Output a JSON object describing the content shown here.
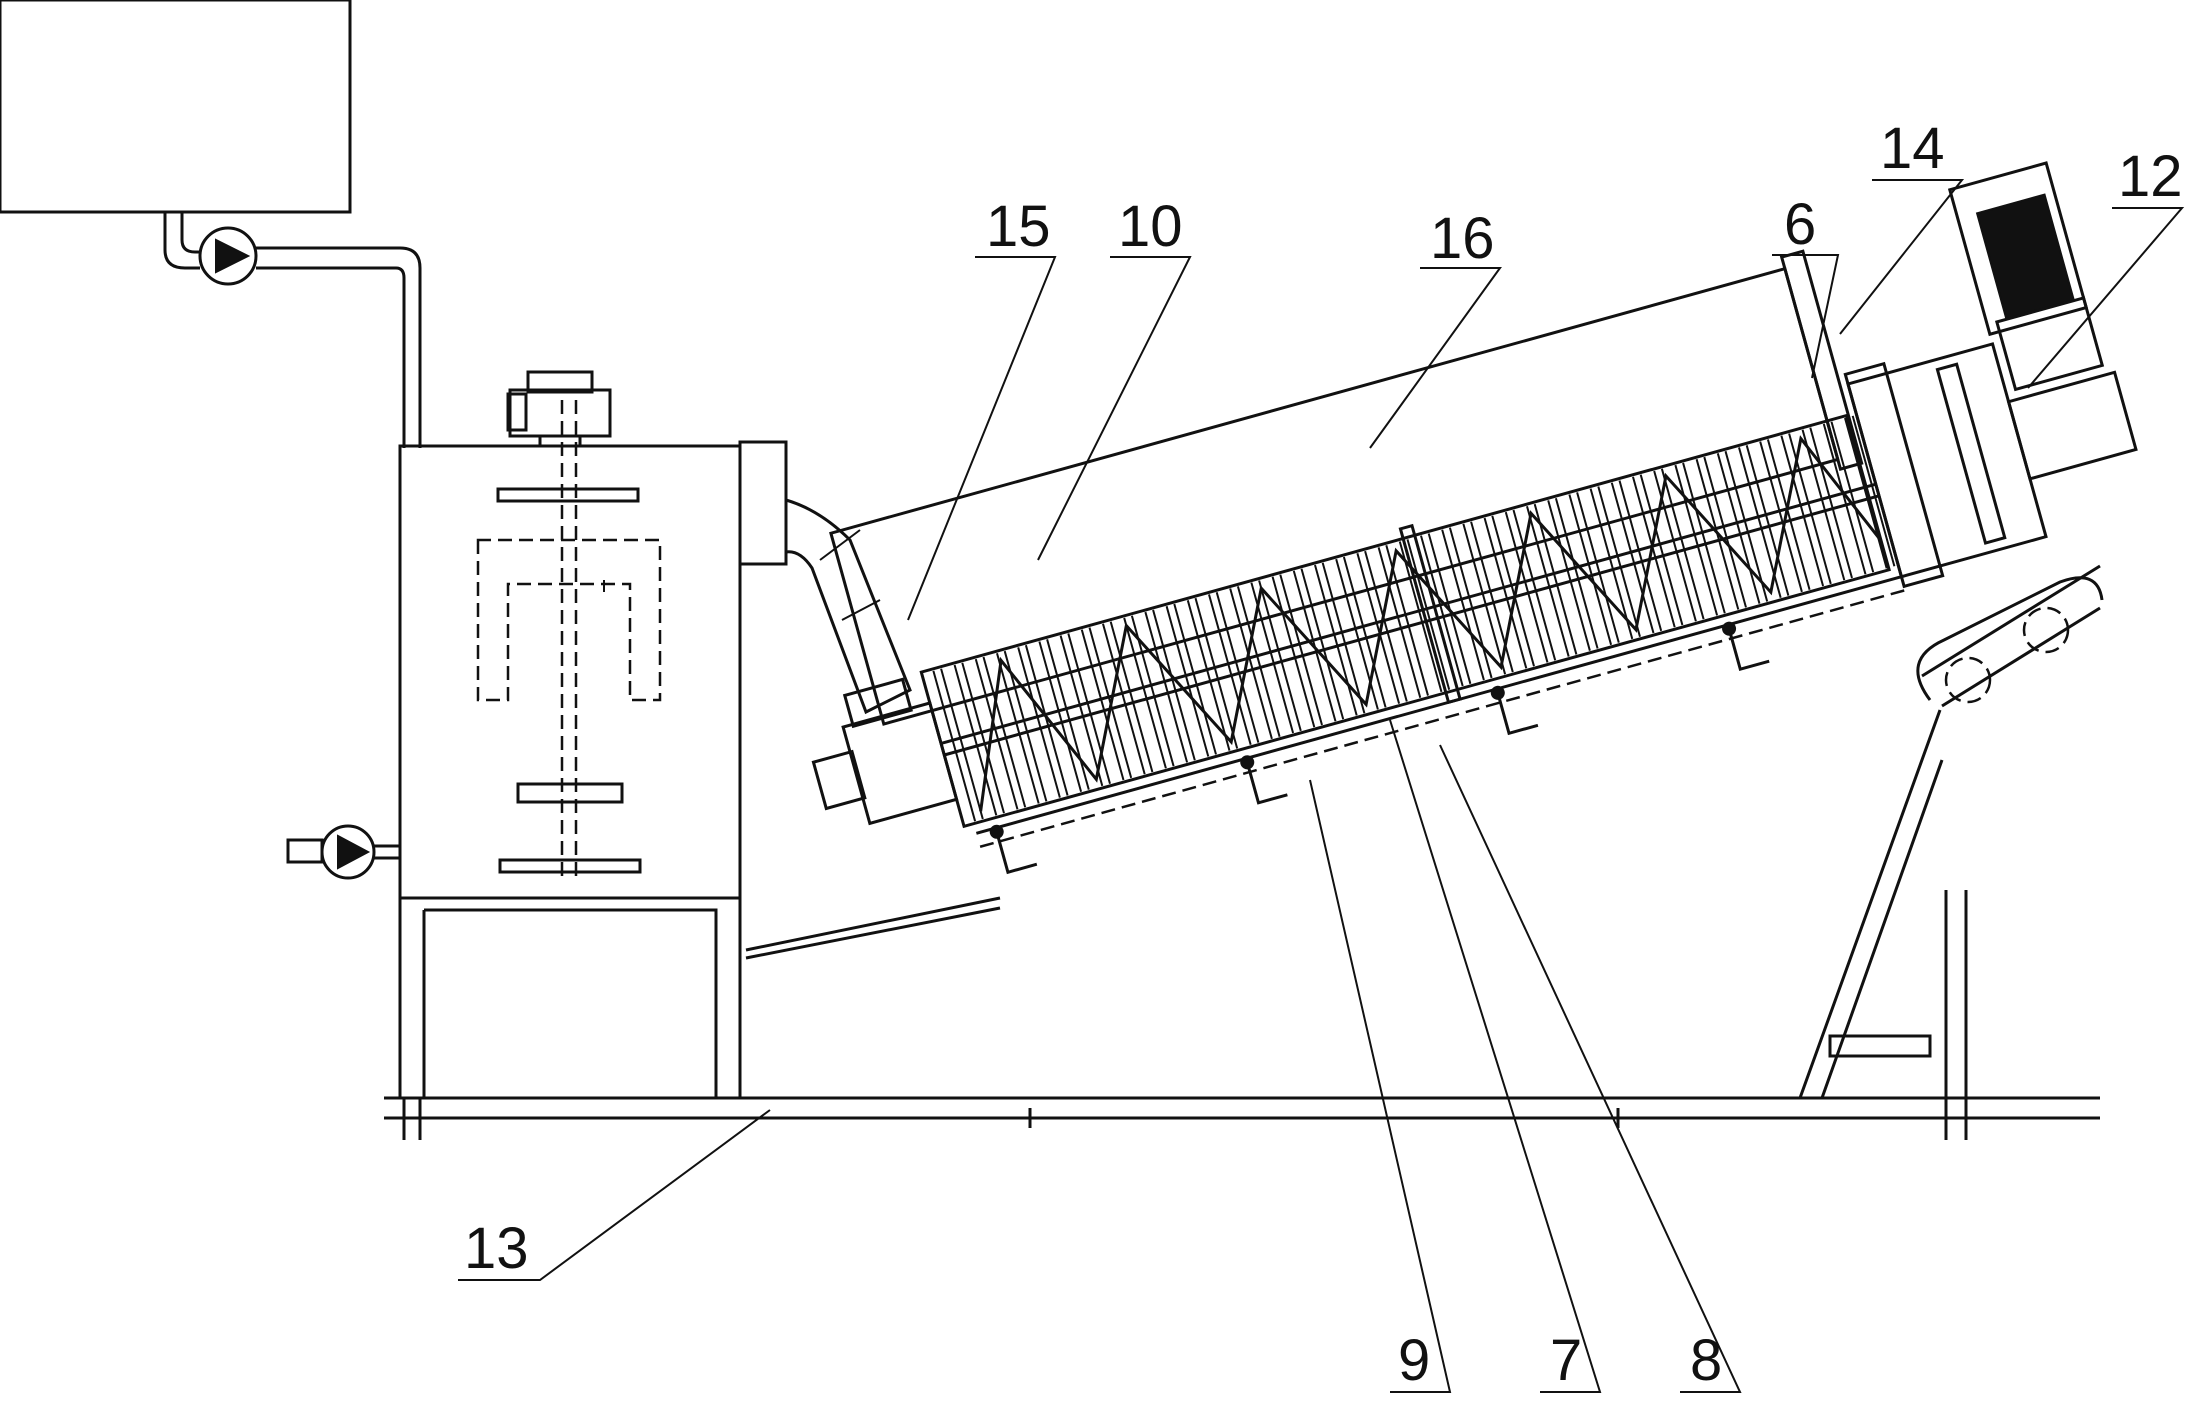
{
  "labels": {
    "l15": "15",
    "l10": "10",
    "l16": "16",
    "l6": "6",
    "l14": "14",
    "l12": "12",
    "l13": "13",
    "l9": "9",
    "l7": "7",
    "l8": "8"
  }
}
